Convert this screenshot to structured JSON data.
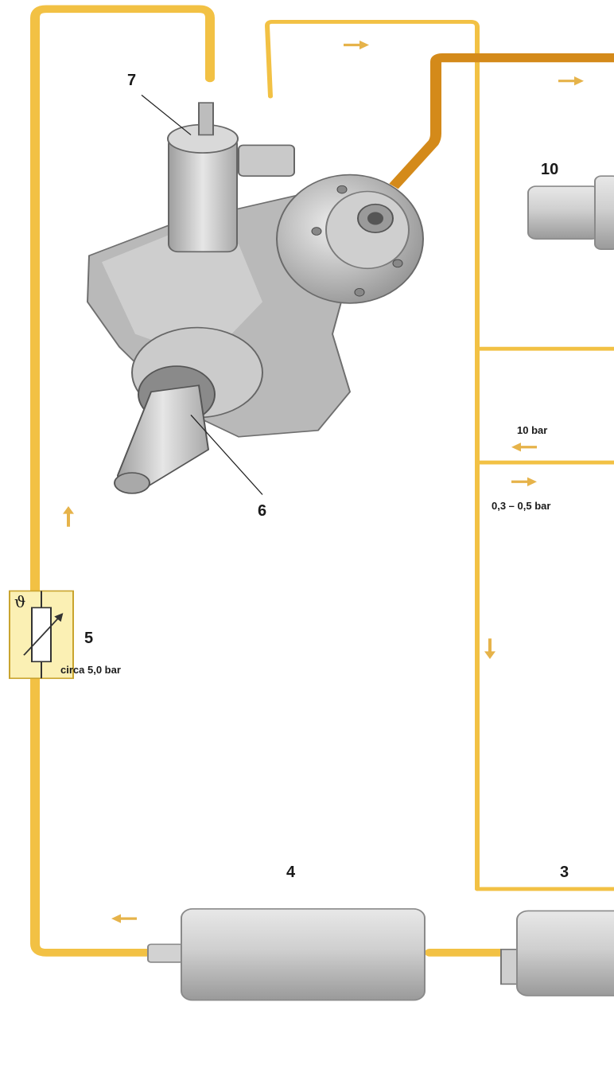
{
  "labels": {
    "n7": "7",
    "n6": "6",
    "n10": "10",
    "n5": "5",
    "n4": "4",
    "n3": "3",
    "theta": "ϑ",
    "pressure_return": "10 bar",
    "pressure_low": "0,3 – 0,5 bar",
    "pressure_feed": "circa 5,0 bar"
  },
  "colors": {
    "fuel_line": "#f2c144",
    "fuel_line_edge": "#d9a72a",
    "high_pressure_line": "#d48a1a",
    "arrow": "#e6b34a",
    "sensor_fill": "#fbf0b4",
    "sensor_border": "#c9a42e",
    "component_gray": "#c6c6c6"
  },
  "icons": {
    "pump": "high-pressure-pump-icon",
    "injector": "injector-icon",
    "sensor": "temperature-sensor-icon",
    "filter": "fuel-filter-icon",
    "tank_pump": "fuel-pump-icon"
  }
}
